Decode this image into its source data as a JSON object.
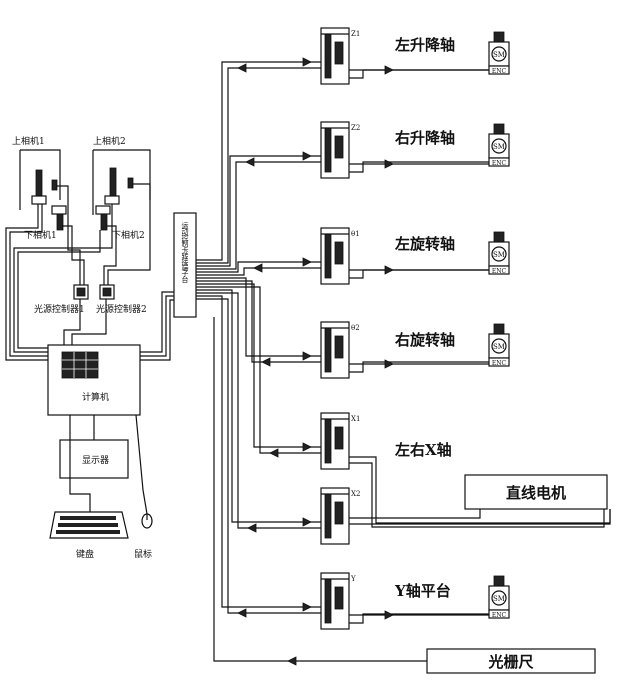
{
  "cameras": {
    "upper_camera_1": "上相机1",
    "upper_camera_2": "上相机2",
    "lower_camera_1": "下相机1",
    "lower_camera_2": "下相机2",
    "light_controller_1": "光源控制器1",
    "light_controller_2": "光源控制器2"
  },
  "computer": {
    "label": "计算机"
  },
  "display": {
    "label": "显示器"
  },
  "keyboard": {
    "label": "键盘"
  },
  "mouse": {
    "label": "鼠标"
  },
  "motion_card": {
    "label": "运动控制卡转接端子台"
  },
  "axes": [
    {
      "driver_tag": "Z1",
      "label": "左升降轴"
    },
    {
      "driver_tag": "Z2",
      "label": "右升降轴"
    },
    {
      "driver_tag": "θ1",
      "label": "左旋转轴"
    },
    {
      "driver_tag": "θ2",
      "label": "右旋转轴"
    },
    {
      "driver_tag": "X1",
      "label": "左右X轴"
    },
    {
      "driver_tag": "X2",
      "label": ""
    },
    {
      "driver_tag": "Y",
      "label": "Y轴平台"
    }
  ],
  "motor": {
    "symbol": "SM",
    "encoder": "ENC"
  },
  "linear_motor": {
    "label": "直线电机"
  },
  "grating_ruler": {
    "label": "光栅尺"
  }
}
